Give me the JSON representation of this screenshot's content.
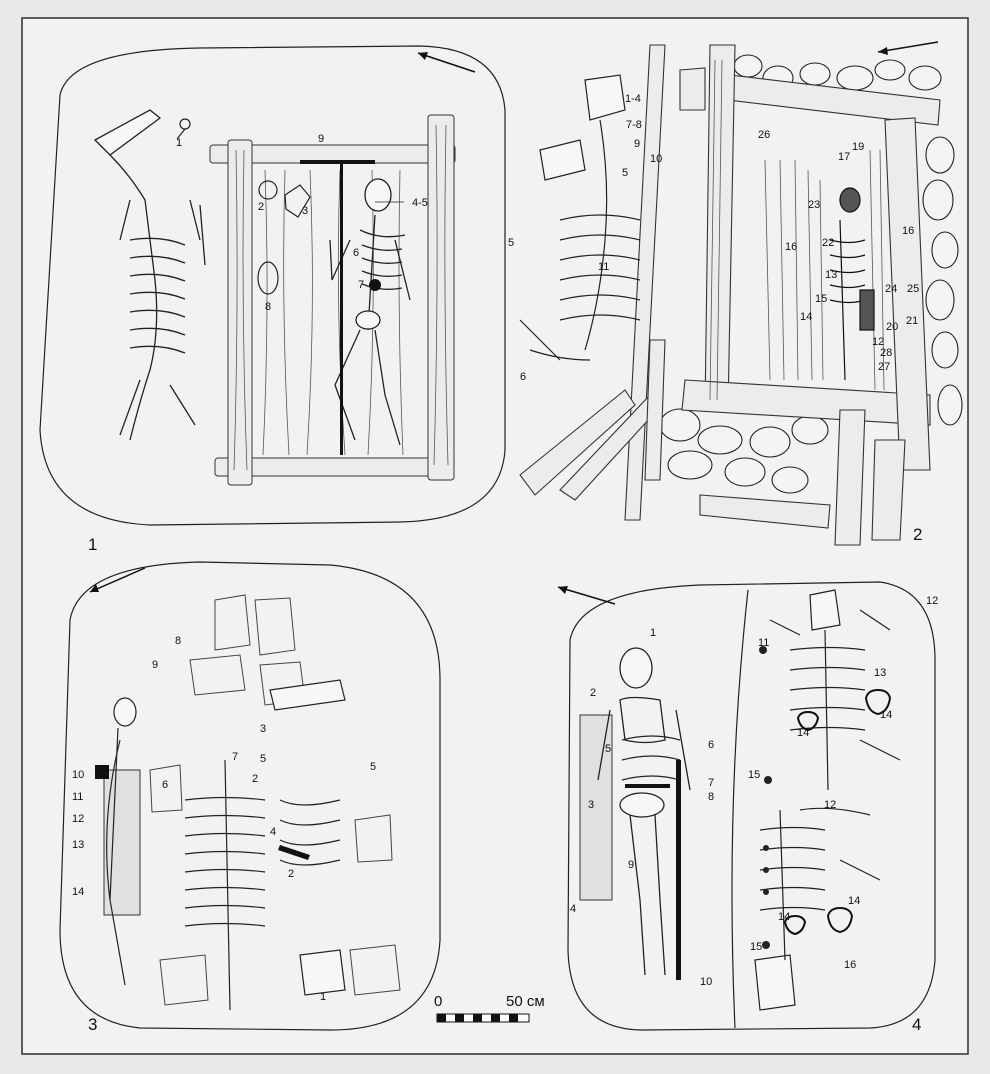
{
  "figure": {
    "panels": [
      {
        "number": "1",
        "labels": [
          "1",
          "2",
          "3",
          "4-5",
          "6",
          "7",
          "8",
          "9"
        ]
      },
      {
        "number": "2",
        "labels": [
          "1-4",
          "5",
          "6",
          "7-8",
          "9",
          "10",
          "11",
          "12",
          "13",
          "14",
          "15",
          "16",
          "17",
          "19",
          "20",
          "21",
          "22",
          "23",
          "24",
          "25",
          "26",
          "27",
          "28",
          "5",
          "16"
        ]
      },
      {
        "number": "3",
        "labels": [
          "1",
          "2",
          "2",
          "3",
          "4",
          "5",
          "5",
          "6",
          "7",
          "8",
          "9",
          "10",
          "11",
          "12",
          "13",
          "14"
        ]
      },
      {
        "number": "4",
        "labels": [
          "1",
          "2",
          "3",
          "4",
          "5",
          "6",
          "7",
          "8",
          "9",
          "10",
          "11",
          "12",
          "12",
          "13",
          "14",
          "14",
          "14",
          "14",
          "15",
          "15",
          "16"
        ]
      }
    ],
    "scale": {
      "zero": "0",
      "label": "50 см"
    }
  }
}
